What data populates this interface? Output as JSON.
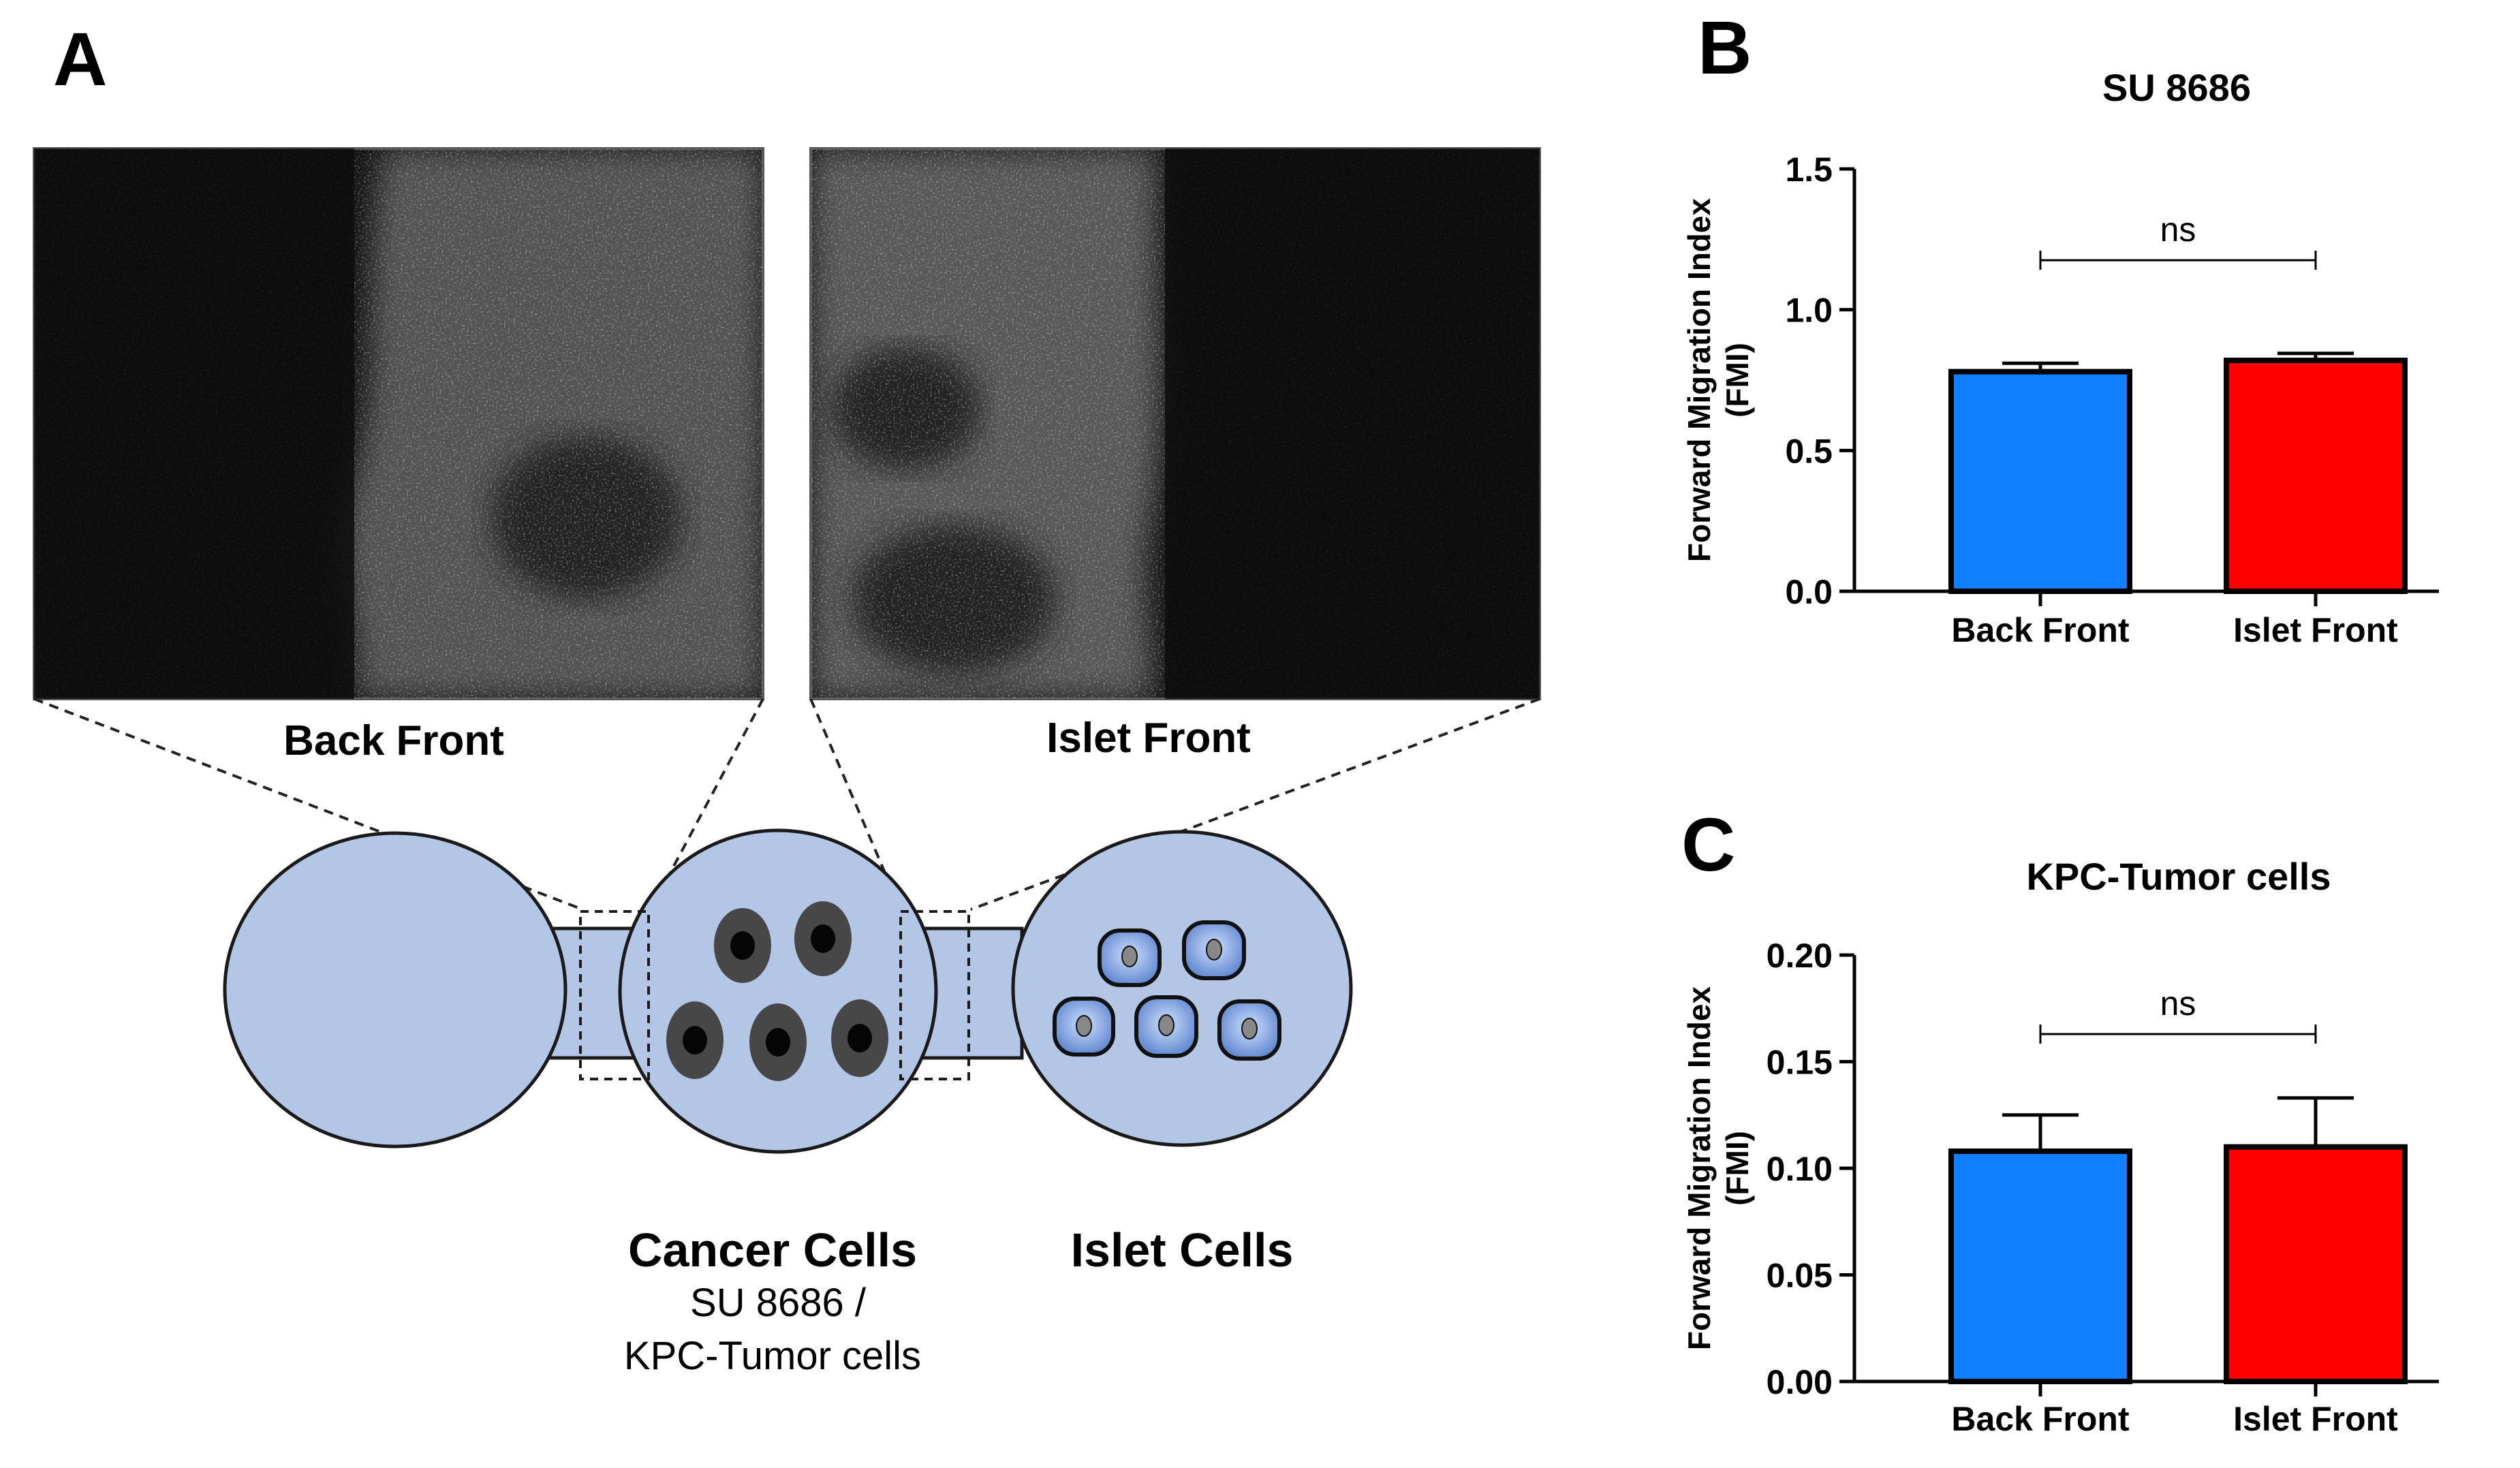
{
  "panels": {
    "a": {
      "letter": "A"
    },
    "b": {
      "letter": "B"
    },
    "c": {
      "letter": "C"
    }
  },
  "micrographs": {
    "left_caption": "Back Front",
    "right_caption": "Islet Front"
  },
  "schematic": {
    "cancer_title": "Cancer Cells",
    "cancer_sub1": "SU 8686 /",
    "cancer_sub2": "KPC-Tumor cells",
    "islet_title": "Islet Cells",
    "colors": {
      "chamber": "#b4c6e6",
      "cell_dark": "#3a3a3a",
      "islet_cell": "#6e92d4"
    }
  },
  "chart_data": [
    {
      "type": "bar",
      "title": "SU 8686",
      "ylabel_line1": "Forward Migration Index",
      "ylabel_line2": "(FMI)",
      "categories": [
        "Back Front",
        "Islet Front"
      ],
      "values": [
        0.78,
        0.82
      ],
      "errors": [
        0.03,
        0.025
      ],
      "colors": [
        "#1080ff",
        "#ff0000"
      ],
      "ylim": [
        0,
        1.5
      ],
      "yticks": [
        0.0,
        0.5,
        1.0,
        1.5
      ],
      "ytick_labels": [
        "0.0",
        "0.5",
        "1.0",
        "1.5"
      ],
      "significance": "ns",
      "grid": false
    },
    {
      "type": "bar",
      "title": "KPC-Tumor cells",
      "ylabel_line1": "Forward Migration Index",
      "ylabel_line2": "(FMI)",
      "categories": [
        "Back Front",
        "Islet Front"
      ],
      "values": [
        0.108,
        0.11
      ],
      "errors": [
        0.017,
        0.023
      ],
      "colors": [
        "#1080ff",
        "#ff0000"
      ],
      "ylim": [
        0,
        0.2
      ],
      "yticks": [
        0.0,
        0.05,
        0.1,
        0.15,
        0.2
      ],
      "ytick_labels": [
        "0.00",
        "0.05",
        "0.10",
        "0.15",
        "0.20"
      ],
      "significance": "ns",
      "grid": false
    }
  ]
}
